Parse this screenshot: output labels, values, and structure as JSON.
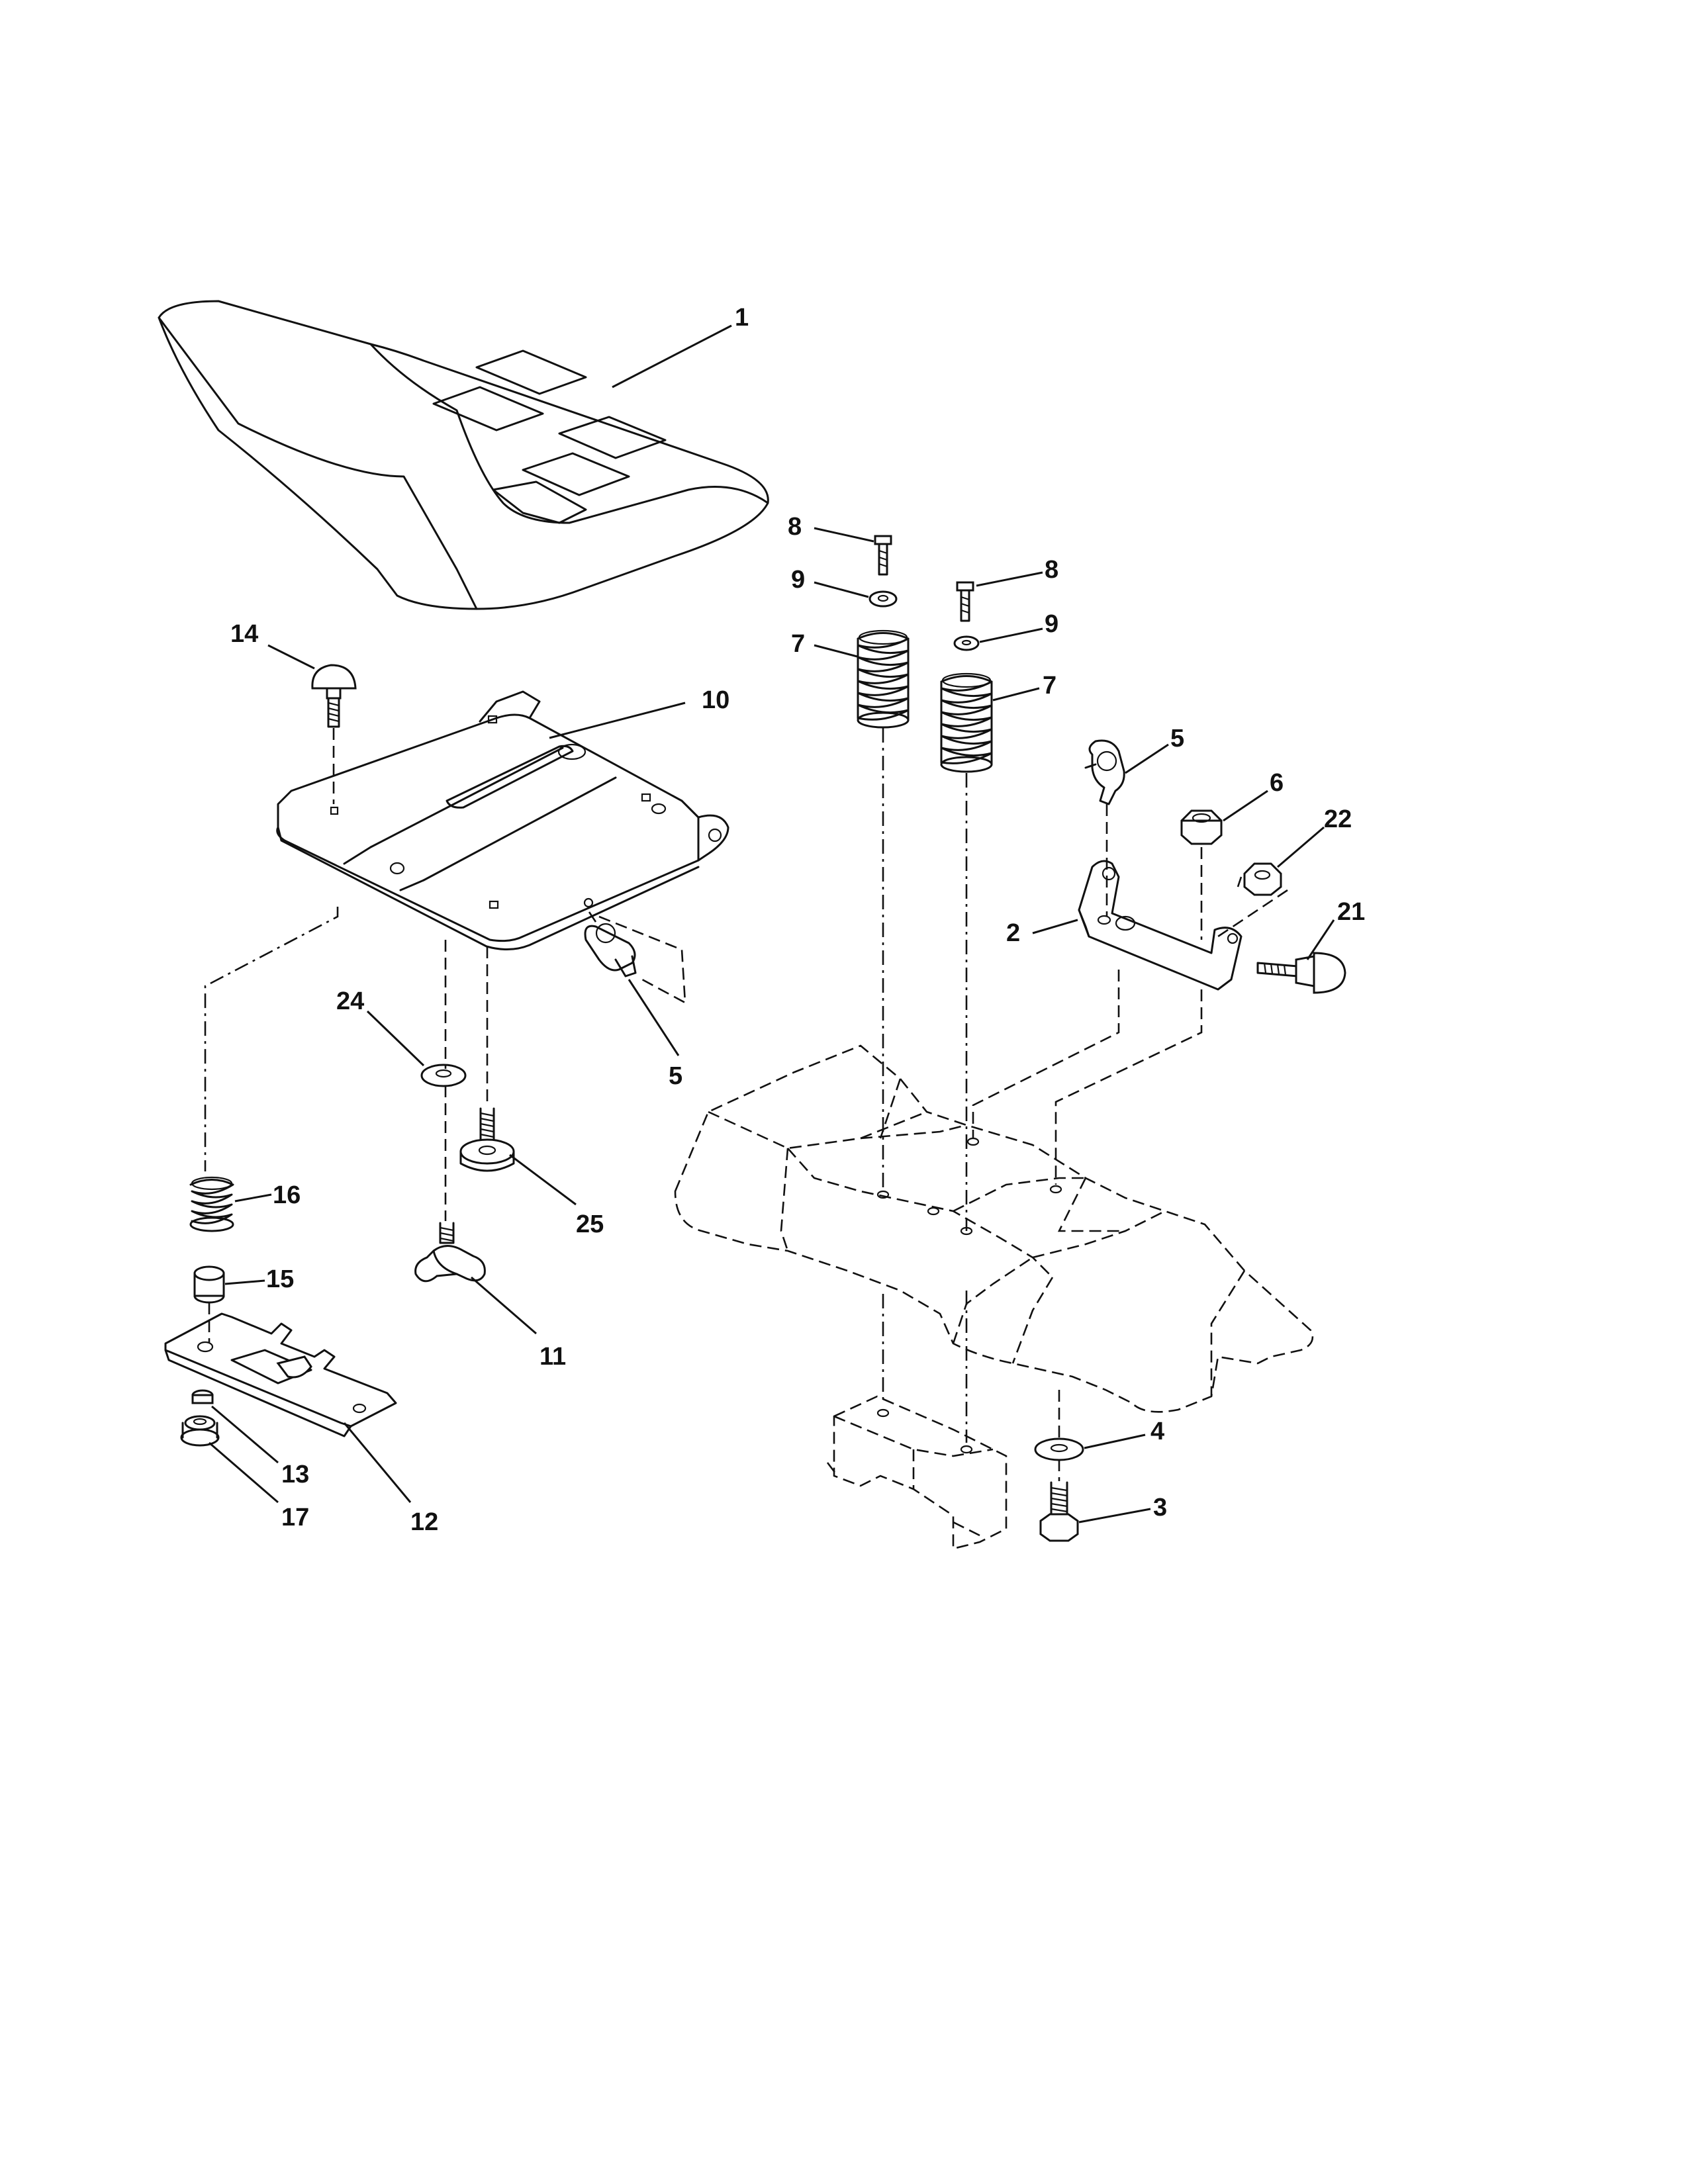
{
  "callouts": {
    "c1": "1",
    "c2": "2",
    "c3": "3",
    "c4": "4",
    "c5a": "5",
    "c5b": "5",
    "c6": "6",
    "c7a": "7",
    "c7b": "7",
    "c8a": "8",
    "c8b": "8",
    "c9a": "9",
    "c9b": "9",
    "c10": "10",
    "c11": "11",
    "c12": "12",
    "c13": "13",
    "c14": "14",
    "c15": "15",
    "c16": "16",
    "c17": "17",
    "c21": "21",
    "c22": "22",
    "c24": "24",
    "c25": "25"
  }
}
